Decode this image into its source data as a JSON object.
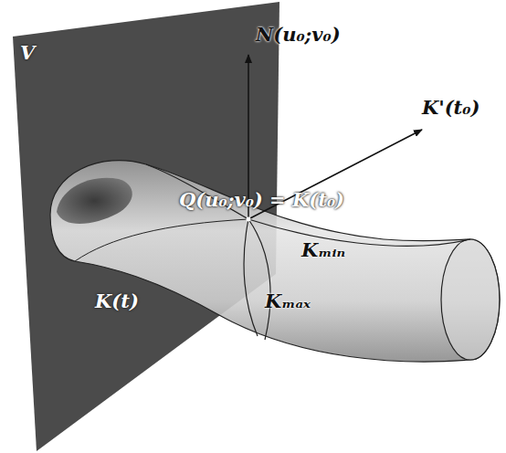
{
  "diagram": {
    "labels": [
      "V",
      "N(u₀;v₀)",
      "K'(t₀)",
      "Q(u₀;v₀) = K(t₀)",
      "K(t)",
      "Kₘᵢₙ",
      "Kₘₐₓ"
    ]
  }
}
